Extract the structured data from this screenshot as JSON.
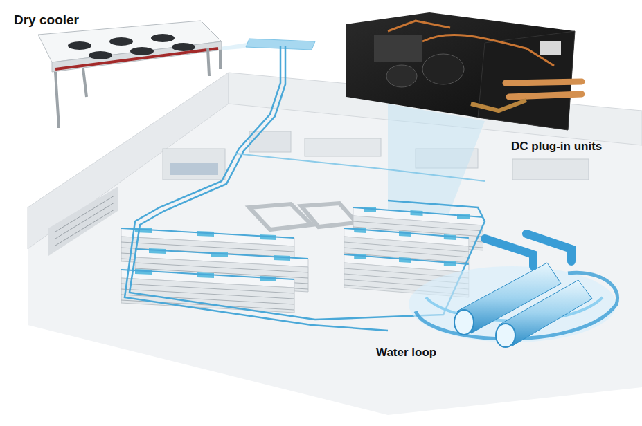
{
  "diagram": {
    "labels": [
      "Dry cooler",
      "DC plug-in units",
      "Water loop"
    ]
  }
}
